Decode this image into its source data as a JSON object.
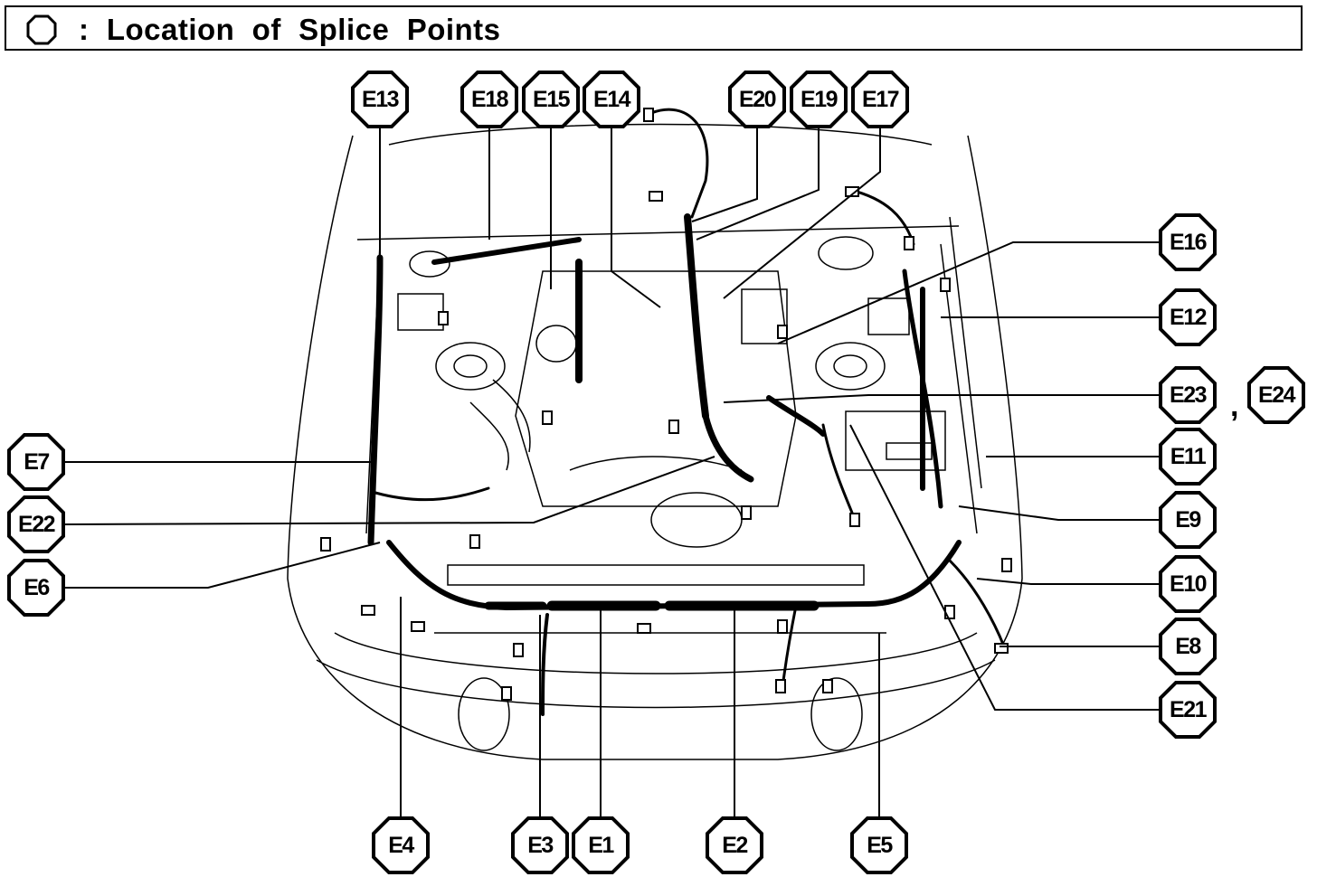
{
  "header": {
    "symbol": "octagon-outline-icon",
    "title": ":  Location  of  Splice  Points"
  },
  "labels": {
    "E1": "E1",
    "E2": "E2",
    "E3": "E3",
    "E4": "E4",
    "E5": "E5",
    "E6": "E6",
    "E7": "E7",
    "E8": "E8",
    "E9": "E9",
    "E10": "E10",
    "E11": "E11",
    "E12": "E12",
    "E13": "E13",
    "E14": "E14",
    "E15": "E15",
    "E16": "E16",
    "E17": "E17",
    "E18": "E18",
    "E19": "E19",
    "E20": "E20",
    "E21": "E21",
    "E22": "E22",
    "E23": "E23",
    "E24": "E24"
  },
  "separator": ",",
  "colors": {
    "ink": "#000000",
    "paper": "#ffffff"
  }
}
